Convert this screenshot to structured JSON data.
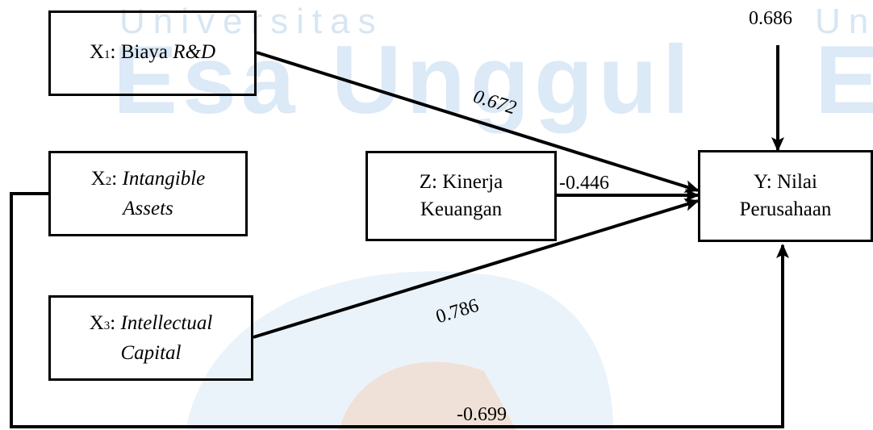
{
  "watermark": {
    "line1": "Universitas",
    "line2": "Esa Unggul",
    "line1_right": "Un",
    "line2_right": "E"
  },
  "nodes": {
    "x1": {
      "prefix": "X",
      "sub": "1",
      "sep": ": Biaya ",
      "italic": "R&D"
    },
    "x2": {
      "prefix": "X",
      "sub": "2",
      "sep": ": ",
      "italic1": "Intangible",
      "italic2": "Assets"
    },
    "x3": {
      "prefix": "X",
      "sub": "3",
      "sep": ": ",
      "italic1": "Intellectual",
      "italic2": "Capital"
    },
    "z": {
      "line1": "Z: Kinerja",
      "line2": "Keuangan"
    },
    "y": {
      "line1": "Y: Nilai",
      "line2": "Perusahaan"
    }
  },
  "coefficients": {
    "x1_y": "0.672",
    "z_y": "-0.446",
    "x3_y": "0.786",
    "x2_y": "-0.699",
    "error_y": "0.686"
  },
  "colors": {
    "watermark_blue": "#dce9f6",
    "watermark_orange": "#f7d9c4",
    "line": "#000000"
  }
}
